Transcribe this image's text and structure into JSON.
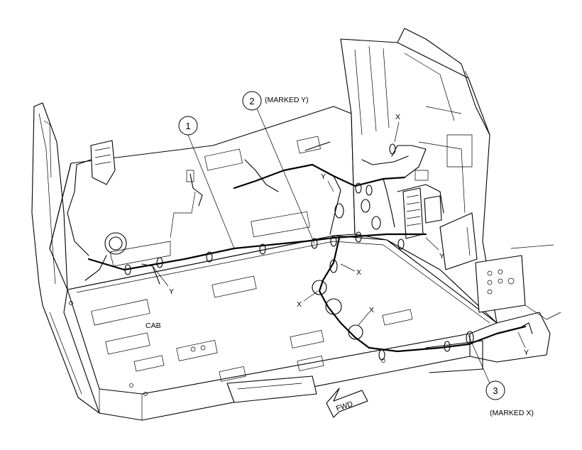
{
  "callouts": [
    {
      "number": "1",
      "note": ""
    },
    {
      "number": "2",
      "note": "(MARKED Y)"
    },
    {
      "number": "3",
      "note": "(MARKED X)"
    }
  ],
  "labels": {
    "cab": "CAB",
    "fwd": "FWD",
    "y_marks": [
      "Y",
      "Y",
      "Y",
      "Y"
    ],
    "x_marks": [
      "X",
      "X",
      "X",
      "X"
    ]
  }
}
